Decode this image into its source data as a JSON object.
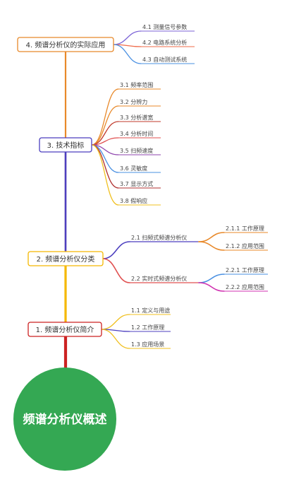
{
  "root": {
    "label": "频谱分析仪概述",
    "color": "#34a853"
  },
  "branches": [
    {
      "label": "4. 频谱分析仪的实际应用",
      "color": "#e8892a",
      "children": [
        {
          "label": "4.1 测量信号参数",
          "color": "#7b63d6"
        },
        {
          "label": "4.2 电路系统分析",
          "color": "#ef6b4a"
        },
        {
          "label": "4.3 自动测试系统",
          "color": "#4a90e2"
        }
      ]
    },
    {
      "label": "3. 技术指标",
      "color": "#4c3fbf",
      "children": [
        {
          "label": "3.1 频率范围",
          "color": "#e8892a"
        },
        {
          "label": "3.2 分辨力",
          "color": "#e8892a"
        },
        {
          "label": "3.3 分析谱宽",
          "color": "#c0392b"
        },
        {
          "label": "3.4 分析时间",
          "color": "#e05050"
        },
        {
          "label": "3.5 扫频速度",
          "color": "#8e44ad"
        },
        {
          "label": "3.6 灵敏度",
          "color": "#4a90e2"
        },
        {
          "label": "3.7 显示方式",
          "color": "#b03030"
        },
        {
          "label": "3.8 假响应",
          "color": "#f0c020"
        }
      ]
    },
    {
      "label": "2. 频谱分析仪分类",
      "color": "#f5b800",
      "children": [
        {
          "label": "2.1 扫频式频谱分析仪",
          "color": "#4c3fbf",
          "children": [
            {
              "label": "2.1.1 工作原理",
              "color": "#e8892a"
            },
            {
              "label": "2.1.2 应用范围",
              "color": "#e8892a"
            }
          ]
        },
        {
          "label": "2.2 实时式频谱分析仪",
          "color": "#e05050",
          "children": [
            {
              "label": "2.2.1 工作原理",
              "color": "#4a90e2"
            },
            {
              "label": "2.2.2 应用范围",
              "color": "#d030b0"
            }
          ]
        }
      ]
    },
    {
      "label": "1. 频谱分析仪简介",
      "color": "#cc2222",
      "children": [
        {
          "label": "1.1 定义与用途",
          "color": "#f0c020"
        },
        {
          "label": "1.2 工作原理",
          "color": "#4c3fbf"
        },
        {
          "label": "1.3 应用场景",
          "color": "#f0c020"
        }
      ]
    }
  ]
}
